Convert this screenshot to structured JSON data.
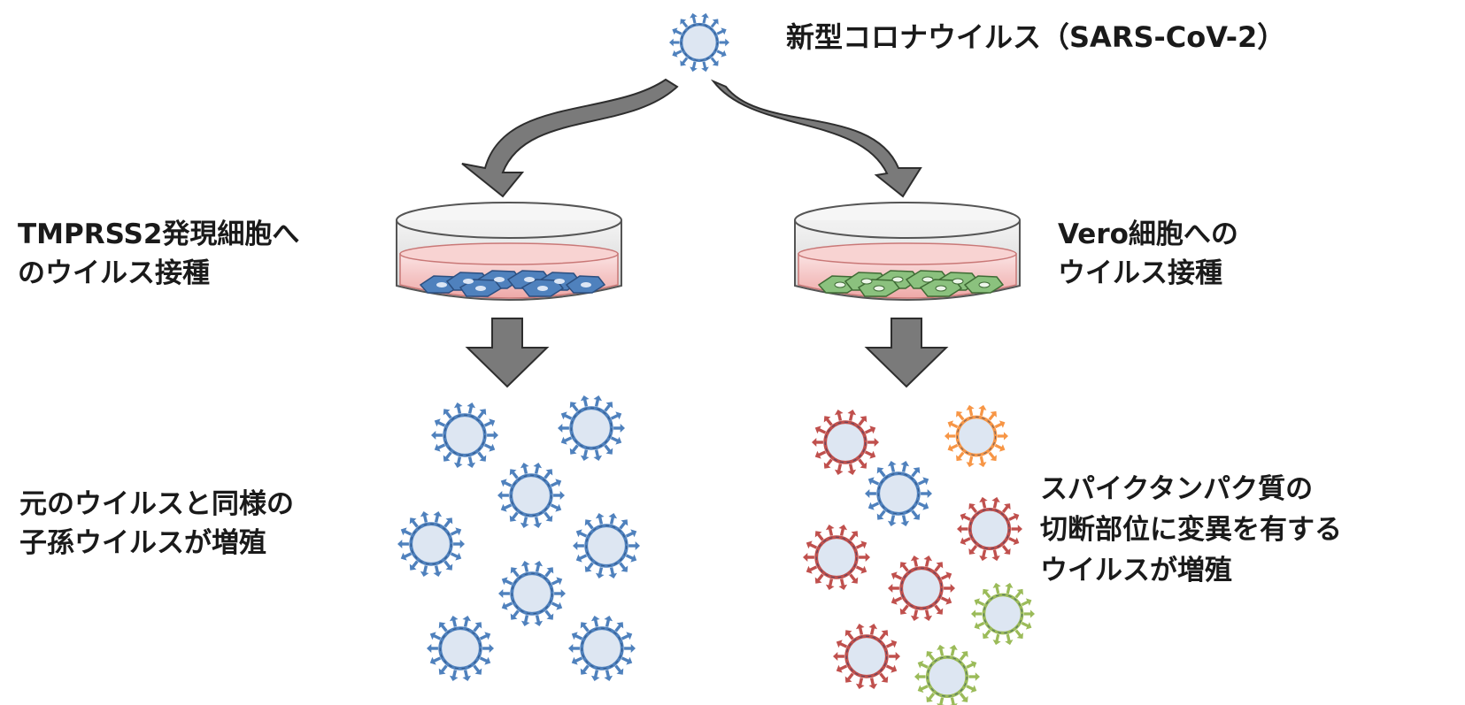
{
  "labels": {
    "virus_title": "新型コロナウイルス（SARS-CoV-2）",
    "left_dish": [
      "TMPRSS2発現細胞へ",
      "のウイルス接種"
    ],
    "right_dish": [
      "Vero細胞への",
      "ウイルス接種"
    ],
    "left_result": [
      "元のウイルスと同様の",
      "子孫ウイルスが増殖"
    ],
    "right_result": [
      "スパイクタンパク質の",
      "切断部位に変異を有する",
      "ウイルスが増殖"
    ]
  },
  "colors": {
    "arrow_fill": "#7a7a7a",
    "arrow_stroke": "#2e2e2e",
    "virus_body": "#dde6f2",
    "virus_blue": "#4f81bd",
    "virus_red": "#c0504d",
    "virus_orange": "#f79646",
    "virus_green": "#9bbb59",
    "medium": "#f4c7c6",
    "cell_blue": "#4f81bd",
    "cell_green": "#8bc17e"
  },
  "icons": {
    "source_virus": "virus-icon",
    "dish": "petri-dish-icon",
    "arrow": "arrow-down-icon"
  }
}
